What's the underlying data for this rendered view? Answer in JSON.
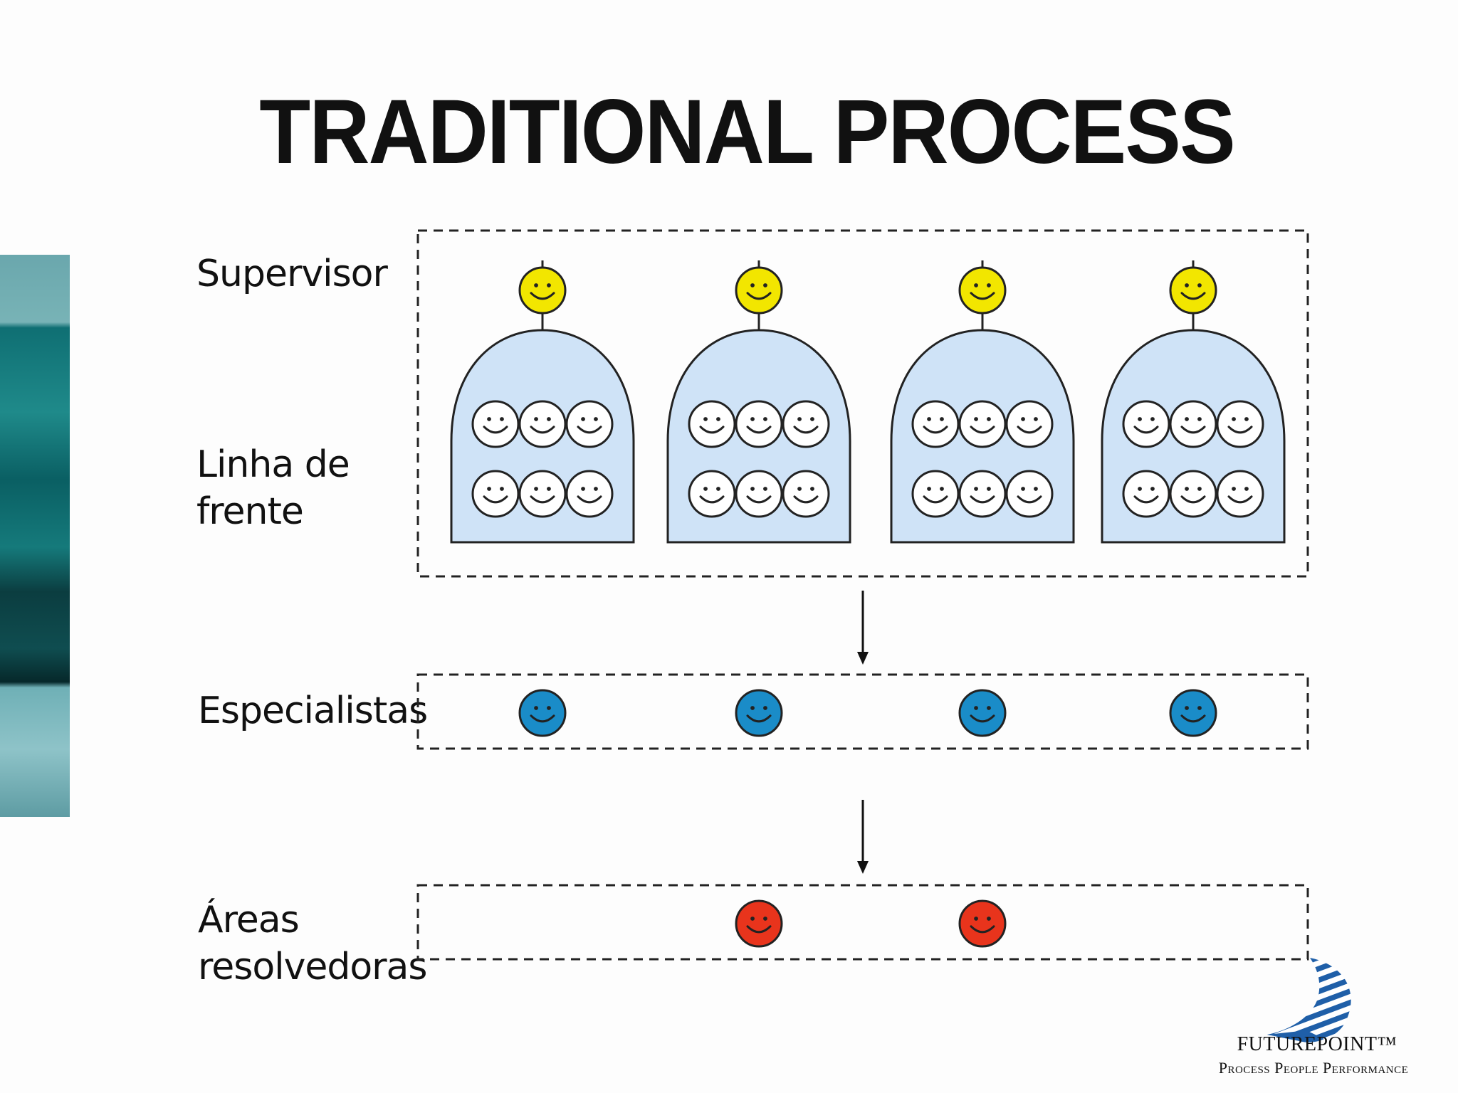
{
  "title": "TRADITIONAL PROCESS",
  "labels": {
    "supervisor": "Supervisor",
    "linha_de_frente": "Linha de\nfrente",
    "especialistas": "Especialistas",
    "areas_resolvedoras": "Áreas\nresolvedoras"
  },
  "groups": {
    "count": 4,
    "agents_per_group": 6
  },
  "specialists_count": 4,
  "resolver_areas_count": 2,
  "colors": {
    "supervisor": "#f2e600",
    "dome": "#cfe3f7",
    "specialist": "#1a8cc8",
    "resolver": "#e8341c",
    "logo_blue": "#1f5fa8"
  },
  "brand": {
    "name": "FUTUREPOINT™",
    "tagline": "Process People Performance"
  }
}
